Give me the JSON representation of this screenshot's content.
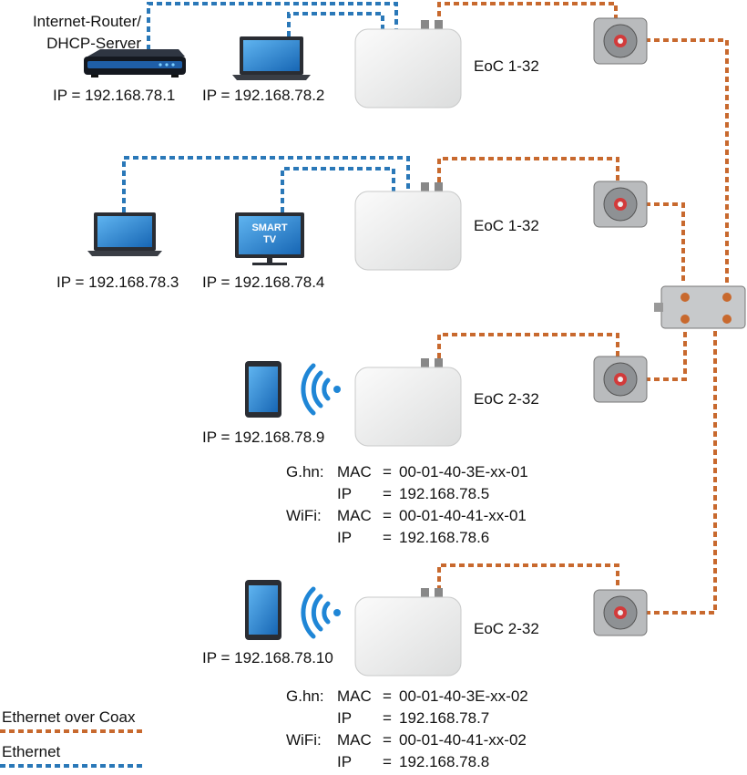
{
  "devices": {
    "router": {
      "label": "Internet-Router/\nDHCP-Server",
      "ip": "IP = 192.168.78.1"
    },
    "laptop1": {
      "ip": "IP = 192.168.78.2"
    },
    "laptop2": {
      "ip": "IP = 192.168.78.3"
    },
    "tv": {
      "screen_text": "SMART\nTV",
      "ip": "IP = 192.168.78.4"
    },
    "tablet1": {
      "ip": "IP = 192.168.78.9"
    },
    "tablet2": {
      "ip": "IP = 192.168.78.10"
    }
  },
  "eoc_units": [
    {
      "label": "EoC 1-32"
    },
    {
      "label": "EoC 1-32"
    },
    {
      "label": "EoC 2-32"
    },
    {
      "label": "EoC 2-32"
    }
  ],
  "config_blocks": [
    {
      "ghn_label": "G.hn:",
      "mac_key": "MAC",
      "ip_key": "IP",
      "eq": "=",
      "ghn_mac": "00-01-40-3E-xx-01",
      "ghn_ip": "192.168.78.5",
      "wifi_label": "WiFi:",
      "wifi_mac": "00-01-40-41-xx-01",
      "wifi_ip": "192.168.78.6"
    },
    {
      "ghn_label": "G.hn:",
      "mac_key": "MAC",
      "ip_key": "IP",
      "eq": "=",
      "ghn_mac": "00-01-40-3E-xx-02",
      "ghn_ip": "192.168.78.7",
      "wifi_label": "WiFi:",
      "wifi_mac": "00-01-40-41-xx-02",
      "wifi_ip": "192.168.78.8"
    }
  ],
  "legend": {
    "coax_label": "Ethernet over Coax",
    "ethernet_label": "Ethernet"
  },
  "colors": {
    "coax": "#c8692e",
    "ethernet": "#2a78b8",
    "device_white": "#f1f2f2",
    "screen_blue": "#1f86d6"
  }
}
